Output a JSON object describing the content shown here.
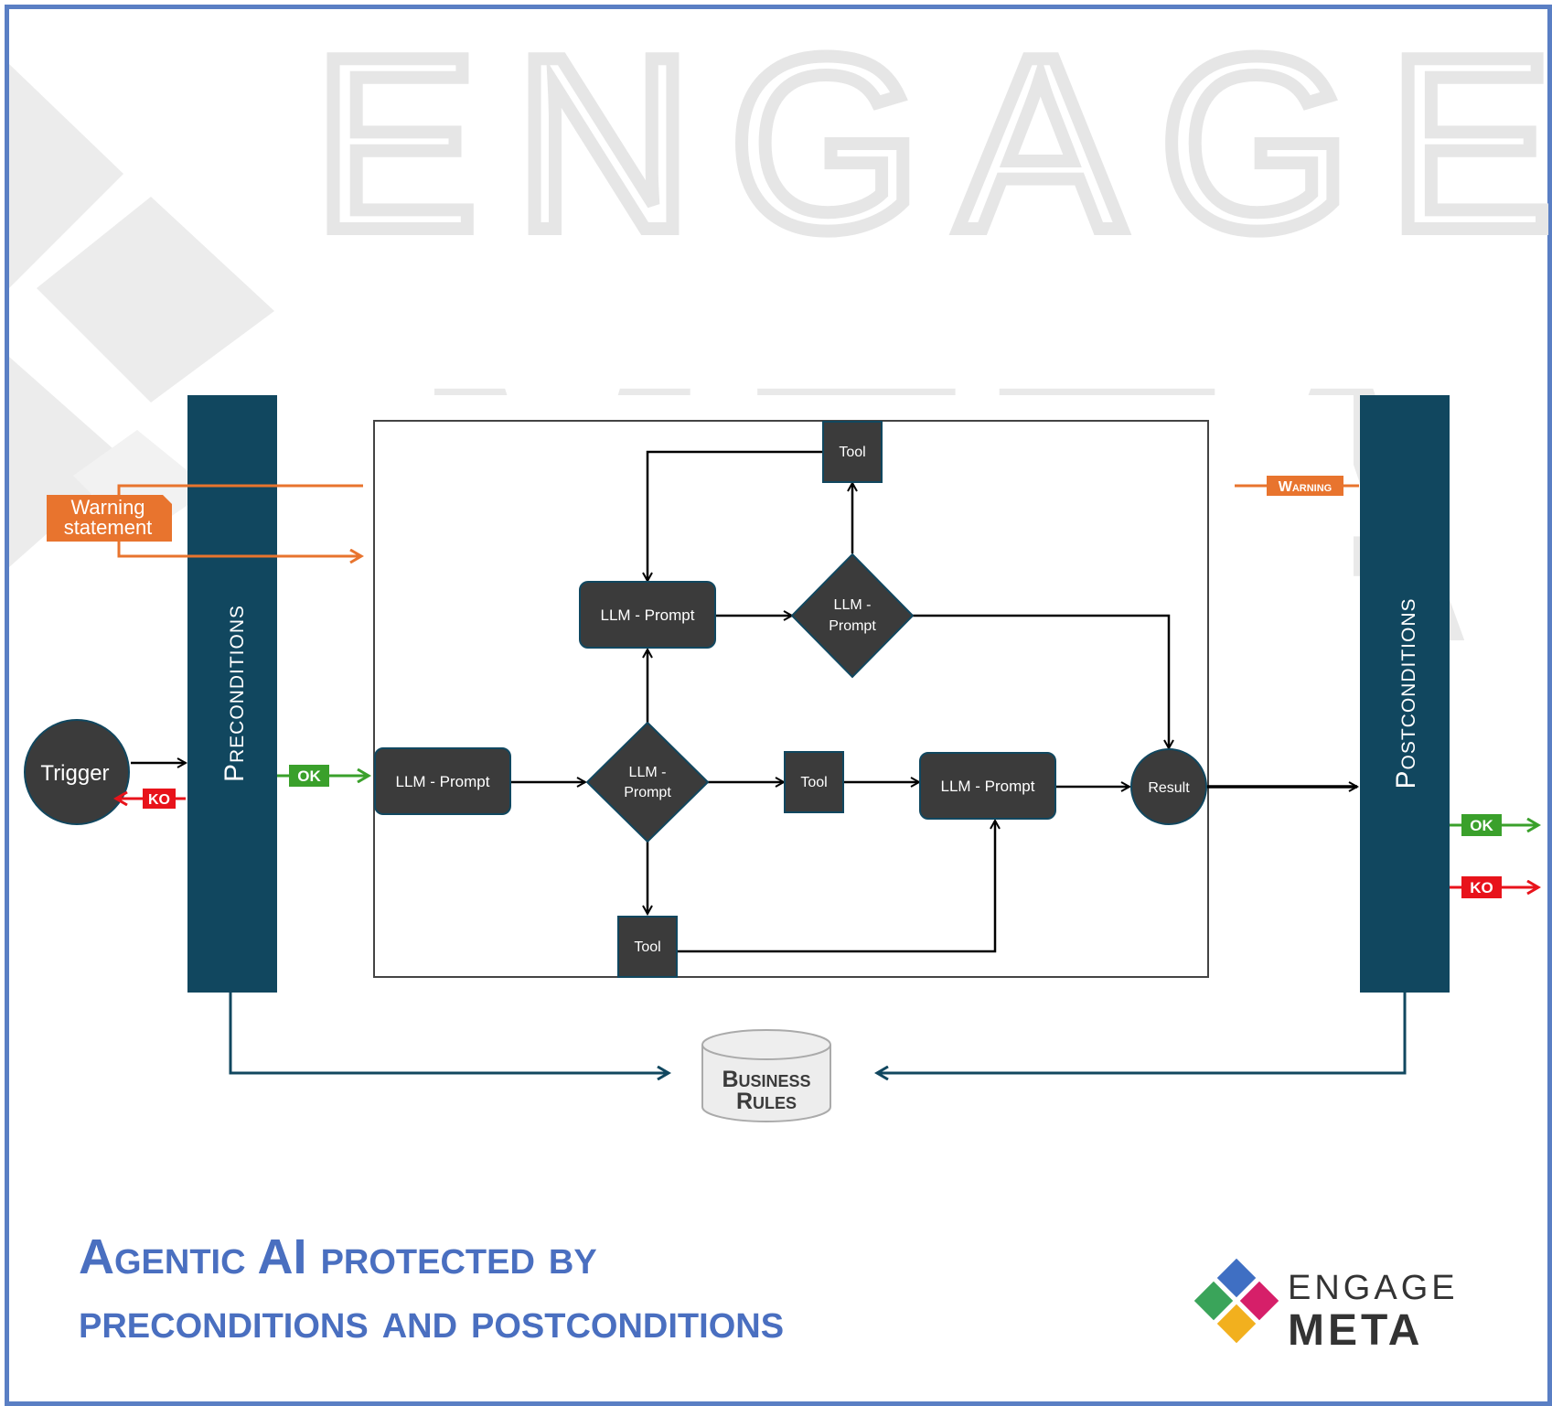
{
  "watermark": {
    "word1": "ENGAGE",
    "word2": "META"
  },
  "preconditions": {
    "label": "Preconditions"
  },
  "postconditions": {
    "label": "Postconditions"
  },
  "warning_statement": {
    "line1": "Warning",
    "line2": "statement"
  },
  "warning_badge": {
    "label": "Warning"
  },
  "trigger": {
    "label": "Trigger"
  },
  "badges": {
    "ok": "OK",
    "ko": "KO"
  },
  "flow": {
    "llm_prompt_label": "LLM - Prompt",
    "decision_line1": "LLM -",
    "decision_line2": "Prompt",
    "tool_label": "Tool",
    "result_label": "Result"
  },
  "business_rules": {
    "line1": "Business",
    "line2": "Rules"
  },
  "caption": {
    "line1_a": "Agentic AI",
    "line1_b": " protected by",
    "line2": "preconditions and postconditions"
  },
  "logo": {
    "word1": "ENGAGE",
    "word2": "META",
    "colors": [
      "#3f6fc3",
      "#d61f69",
      "#f2b01e",
      "#3aa45a"
    ]
  },
  "colors": {
    "frame": "#5a7fc4",
    "navy": "#11475f",
    "node": "#3b3b3b",
    "orange": "#e8742e",
    "ok_green": "#3aa02b",
    "ko_red": "#e8131b",
    "caption": "#4a6fc0",
    "watermark": "#e9e9e9"
  }
}
